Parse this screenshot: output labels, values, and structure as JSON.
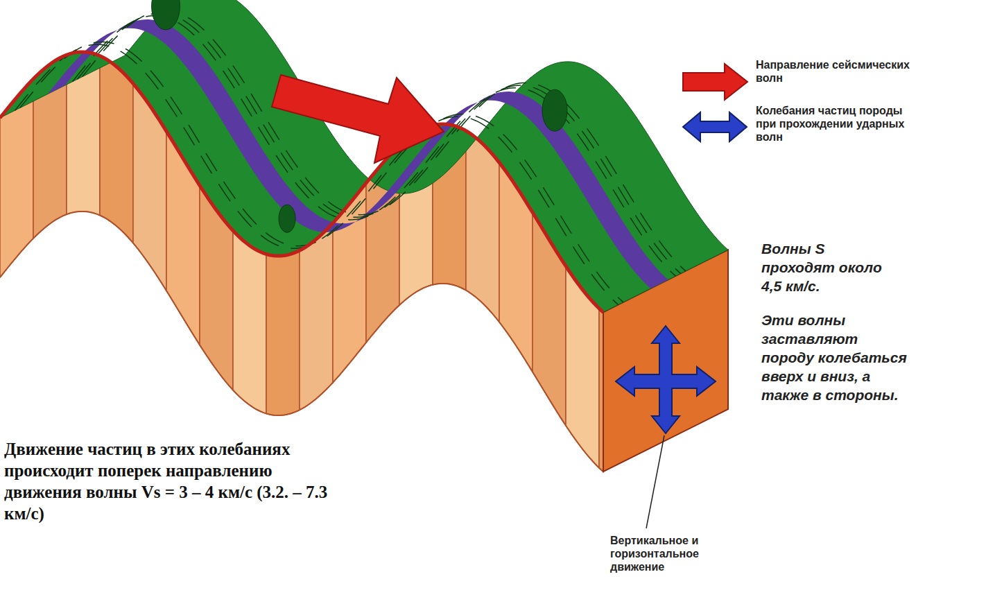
{
  "diagram": {
    "labels": [
      "Волны S проходят около 4,5 км/с.",
      "Эти волны заставляют породу колебаться вверх и вниз, а также в стороны.",
      "Вертикальное и горизонтальное движение",
      "Движение частиц в этих колебаниях происходит поперек направлению движения волны Vs = 3 – 4 км/с (3.2. – 7.3 км/с)"
    ],
    "legend": [
      {
        "text": "Направление сейсмических волн"
      },
      {
        "text": "Колебания частиц породы при прохождении ударных волн"
      }
    ]
  }
}
